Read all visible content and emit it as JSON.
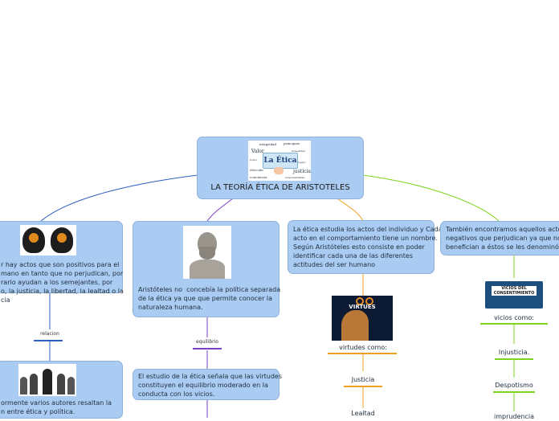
{
  "root": {
    "title": "LA TEORÍA ÉTICA DE ARISTOTELES",
    "image_words": [
      "integridad",
      "principios",
      "Valor",
      "honestidad",
      "honor",
      "respeto",
      "elección",
      "justicia",
      "conciencia",
      "responsabilidad"
    ],
    "image_center": "La Ética"
  },
  "branch1": {
    "text": "r hay actos que son positivos para el\nmano en tanto que no perjudican, por\nrario ayudan a los semejantes, por\no, la justicia, la libertad, la lealtad o la\ncia",
    "connector": "relacion",
    "child": "ormente varios autores resaltan la\nn entre ética y política."
  },
  "branch2": {
    "text": "Aristóteles no  concebía la política separada\nde la ética ya que que permite conocer la\nnaturaleza humana.",
    "connector": "equilibrio",
    "child": "El estudio de la ética señala que las virtudes\nconstituyen el equilibrio moderado en la\nconducta con los vicios."
  },
  "branch3": {
    "text": "La ética estudia los actos del individuo y Cada\nacto en el comportamiento tiene un nombre.\nSegún Aristóteles esto consiste en poder\nidentificar cada una de las diferentes\nactitudes del ser humano",
    "image_label": "VIRTUES",
    "sub_title": "virtudes como:",
    "items": [
      "Justicia",
      "Lealtad"
    ]
  },
  "branch4": {
    "text": "También encontramos aquellos actos\nnegativos que perjudican ya que no\nbenefician a éstos se les denominó vic",
    "image_label": "VICIOS DEL CONSENTIMIENTO",
    "sub_title": "vicios  como:",
    "items": [
      "Injusticia.",
      "Despotismo",
      "imprudencia"
    ]
  },
  "colors": {
    "node_fill": "#aaccf2",
    "link_blue": "#2b5fc4",
    "link_purple": "#7d3fc4",
    "link_orange": "#f0a020",
    "link_green": "#7ed321"
  }
}
